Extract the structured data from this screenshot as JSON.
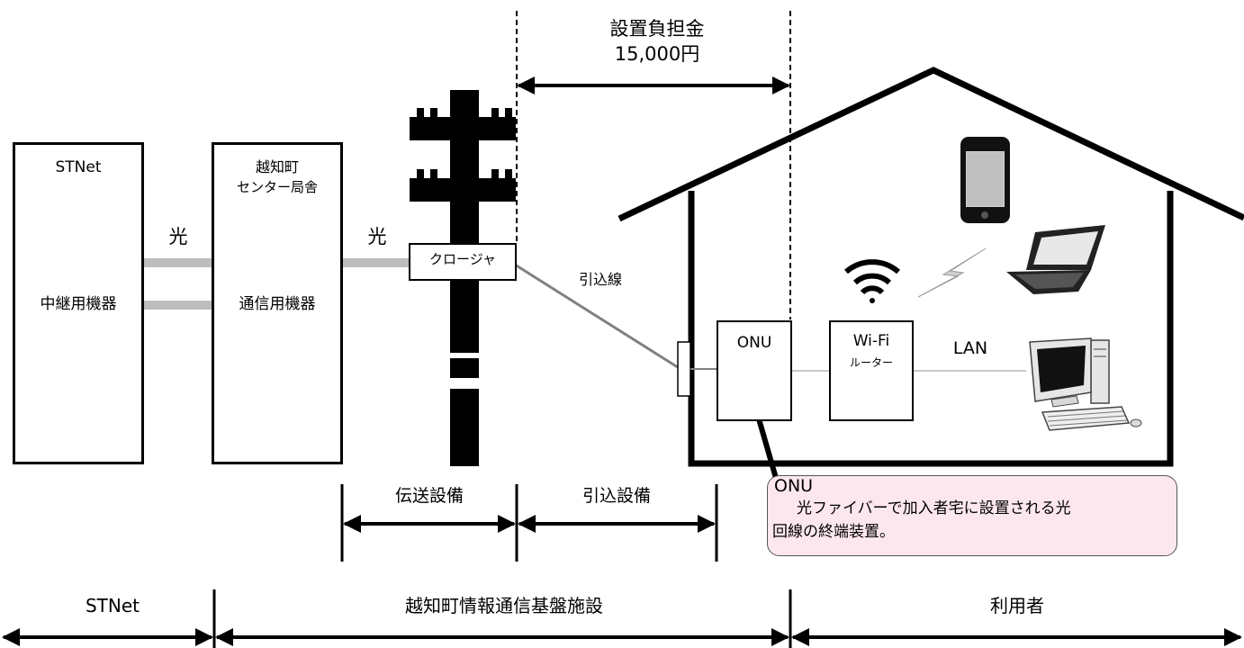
{
  "cost": {
    "title": "設置負担金",
    "amount": "15,000円"
  },
  "left_box": {
    "name": "STNet",
    "device": "中継用機器"
  },
  "center_box": {
    "name_line1": "越知町",
    "name_line2": "センター局舎",
    "device": "通信用機器"
  },
  "fiber_label_1": "光",
  "fiber_label_2": "光",
  "closure": "クロージャ",
  "dropline": "引込線",
  "onu_box": "ONU",
  "router": {
    "line1": "Wi-Fi",
    "line2": "ルーター"
  },
  "lan": "LAN",
  "callout": {
    "title": "ONU",
    "body_line1": "光ファイバーで加入者宅に設置される光",
    "body_line2": "回線の終端装置。"
  },
  "spans": {
    "transmission": "伝送設備",
    "dropin": "引込設備"
  },
  "bottom": {
    "stnet": "STNet",
    "facility": "越知町情報通信基盤施設",
    "user": "利用者"
  },
  "icons": {
    "phone": "smartphone-icon",
    "laptop": "laptop-icon",
    "desktop": "desktop-pc-icon",
    "wifi": "wifi-icon",
    "signal": "wireless-signal-icon"
  },
  "colors": {
    "cable": "#bdbdbd",
    "dropline": "#808080",
    "callout_bg": "#fde7ef"
  }
}
